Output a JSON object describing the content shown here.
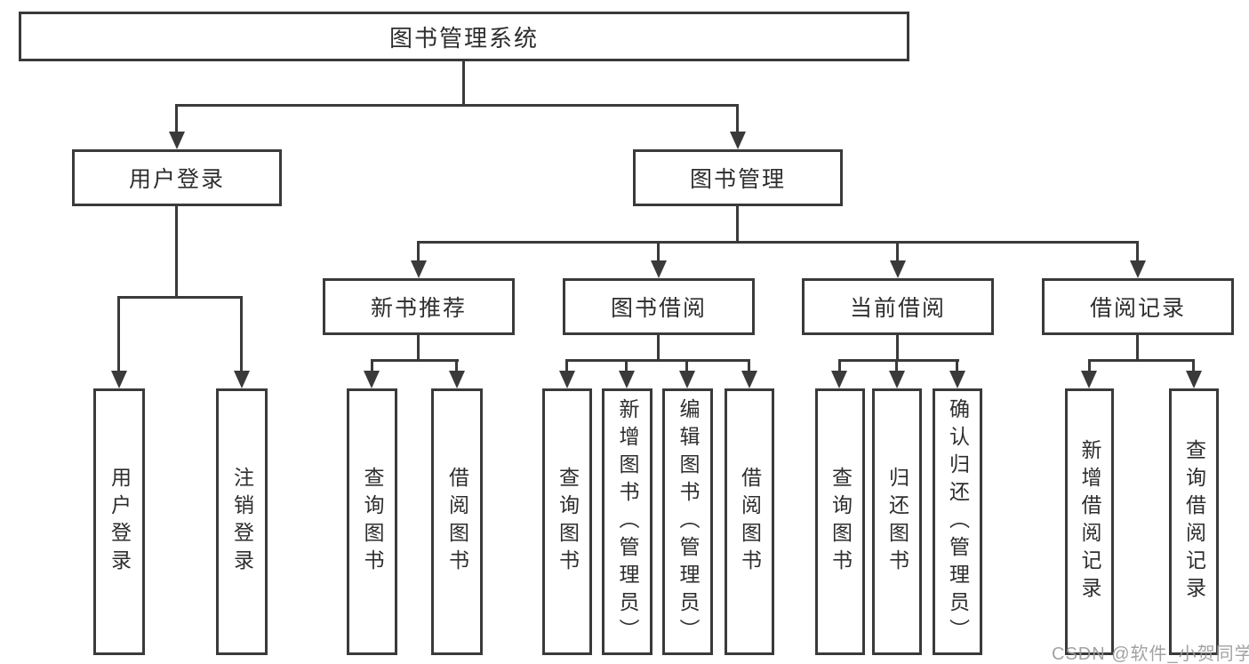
{
  "tree": {
    "root": {
      "label": "图书管理系统"
    },
    "children": [
      {
        "label": "用户登录",
        "children": [
          {
            "label": "用户登录"
          },
          {
            "label": "注销登录"
          }
        ]
      },
      {
        "label": "图书管理",
        "children": [
          {
            "label": "新书推荐",
            "children": [
              {
                "label": "查询图书"
              },
              {
                "label": "借阅图书"
              }
            ]
          },
          {
            "label": "图书借阅",
            "children": [
              {
                "label": "查询图书"
              },
              {
                "label": "新增图书（管理员）"
              },
              {
                "label": "编辑图书（管理员）"
              },
              {
                "label": "借阅图书"
              }
            ]
          },
          {
            "label": "当前借阅",
            "children": [
              {
                "label": "查询图书"
              },
              {
                "label": "归还图书"
              },
              {
                "label": "确认归还（管理员）"
              }
            ]
          },
          {
            "label": "借阅记录",
            "children": [
              {
                "label": "新增借阅记录"
              },
              {
                "label": "查询借阅记录"
              }
            ]
          }
        ]
      }
    ]
  },
  "watermark": "CSDN @软件_小贺同学",
  "colors": {
    "line": "#3a3a3a",
    "border": "#3a3a3a",
    "text": "#2e2e2e",
    "watermark": "#9b9b9b",
    "bg": "#ffffff"
  }
}
